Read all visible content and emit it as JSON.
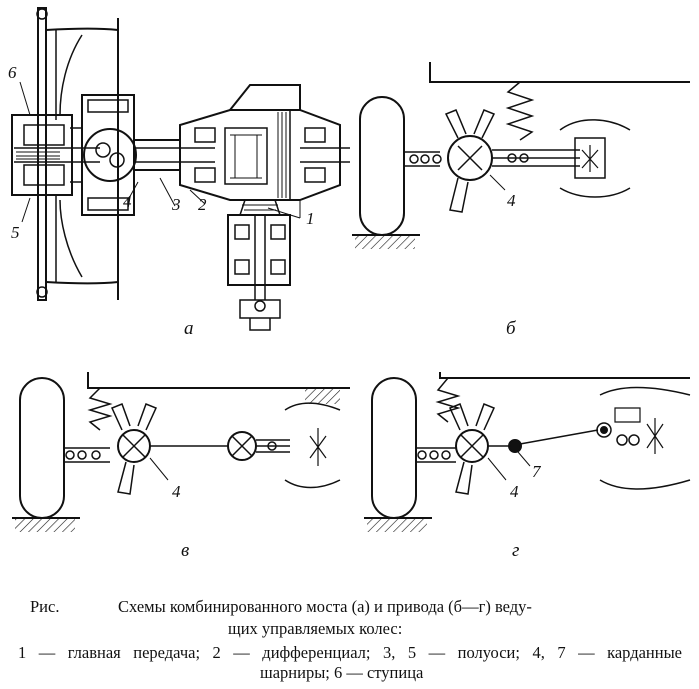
{
  "figure": {
    "panels": {
      "a": {
        "label": "а",
        "callouts": [
          "1",
          "2",
          "3",
          "4",
          "5",
          "6"
        ]
      },
      "b": {
        "label": "б",
        "callouts": [
          "4"
        ]
      },
      "v": {
        "label": "в",
        "callouts": [
          "4"
        ]
      },
      "g": {
        "label": "г",
        "callouts": [
          "4",
          "7"
        ]
      }
    }
  },
  "caption": {
    "lead": "Рис.",
    "title_line1": "Схемы комбинированного моста (а) и привода (б—г) веду-",
    "title_line2": "щих управляемых колес:",
    "legend_line1": "1 — главная передача; 2 — дифференциал; 3, 5 — полуоси; 4, 7 — карданные",
    "legend_line2": "шарниры; 6 — ступица"
  }
}
